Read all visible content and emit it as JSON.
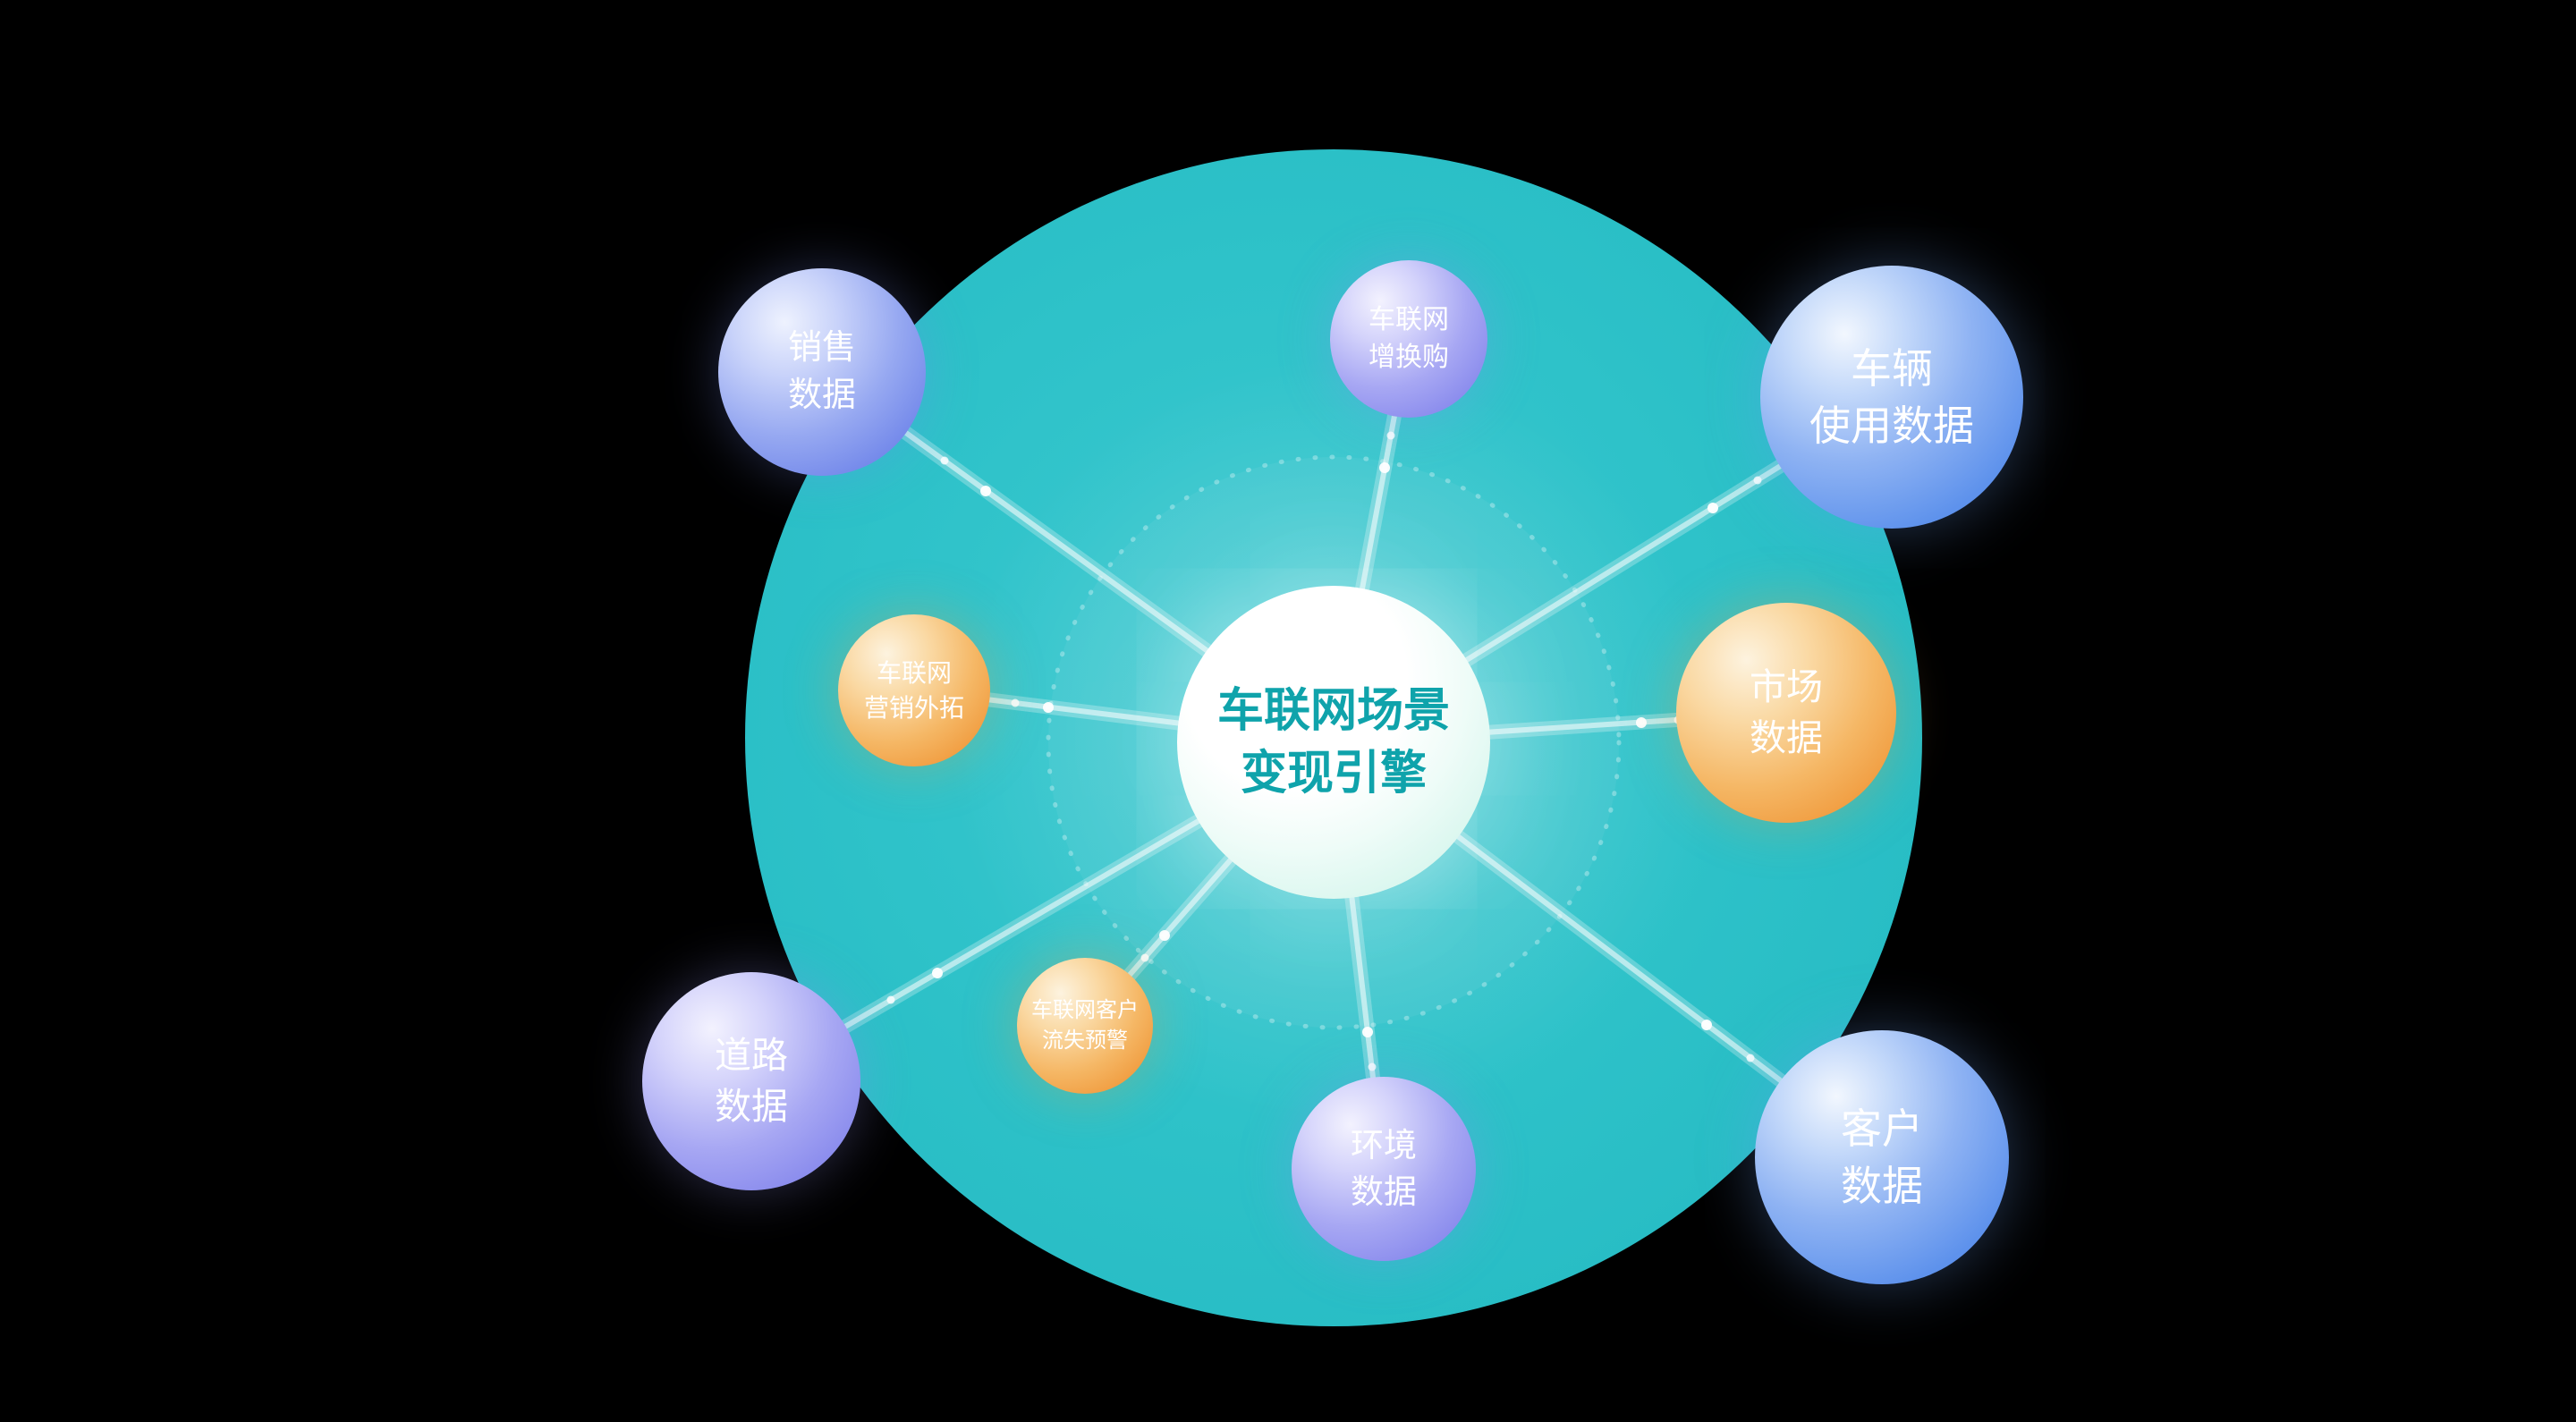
{
  "background": "#000000",
  "palette": {
    "backdrop_circle": "#2abfc7",
    "center_sphere": "#ffffff",
    "center_text": "#0fa3ab",
    "blue_sphere": "#5e92ec",
    "indigo_sphere": "#6d83e9",
    "purple_sphere": "#8587ec",
    "orange_sphere": "#f0993b",
    "spoke_color": "#ffffff",
    "node_text": "#ffffff"
  },
  "center": {
    "line1": "车联网场景",
    "line2": "变现引擎"
  },
  "nodes": [
    {
      "id": "sales-data",
      "line1": "销售",
      "line2": "数据"
    },
    {
      "id": "iov-trade-in",
      "line1": "车联网",
      "line2": "增换购"
    },
    {
      "id": "vehicle-usage-data",
      "line1": "车辆",
      "line2": "使用数据"
    },
    {
      "id": "market-data",
      "line1": "市场",
      "line2": "数据"
    },
    {
      "id": "iov-marketing-expansion",
      "line1": "车联网",
      "line2": "营销外拓"
    },
    {
      "id": "road-data",
      "line1": "道路",
      "line2": "数据"
    },
    {
      "id": "iov-customer-churn-warning",
      "line1": "车联网客户",
      "line2": "流失预警"
    },
    {
      "id": "environment-data",
      "line1": "环境",
      "line2": "数据"
    },
    {
      "id": "customer-data",
      "line1": "客户",
      "line2": "数据"
    }
  ]
}
